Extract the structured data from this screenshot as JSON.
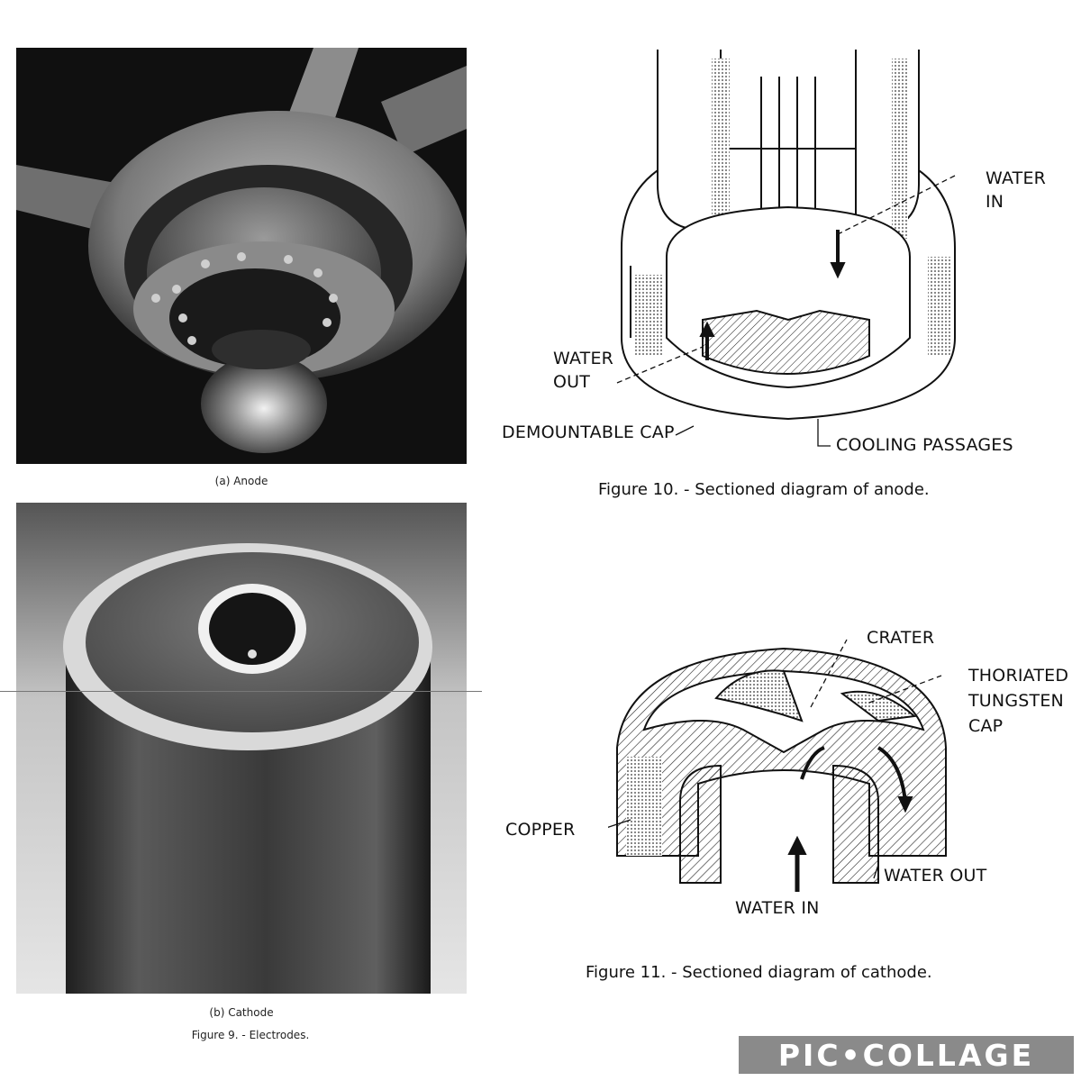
{
  "figure9": {
    "anode_caption": "(a) Anode",
    "cathode_caption": "(b) Cathode",
    "title": "Figure 9. - Electrodes."
  },
  "figure10": {
    "labels": {
      "water_in_1": "WATER",
      "water_in_2": "IN",
      "water_out_1": "WATER",
      "water_out_2": "OUT",
      "demountable_cap": "DEMOUNTABLE CAP",
      "cooling_passages": "COOLING PASSAGES"
    },
    "caption": "Figure 10. - Sectioned diagram of anode."
  },
  "figure11": {
    "labels": {
      "crater": "CRATER",
      "thoriated_1": "THORIATED",
      "thoriated_2": "TUNGSTEN",
      "thoriated_3": "CAP",
      "copper": "COPPER",
      "water_in": "WATER IN",
      "water_out": "WATER OUT"
    },
    "caption": "Figure 11. - Sectioned diagram of cathode."
  },
  "watermark": "PIC•COLLAGE"
}
